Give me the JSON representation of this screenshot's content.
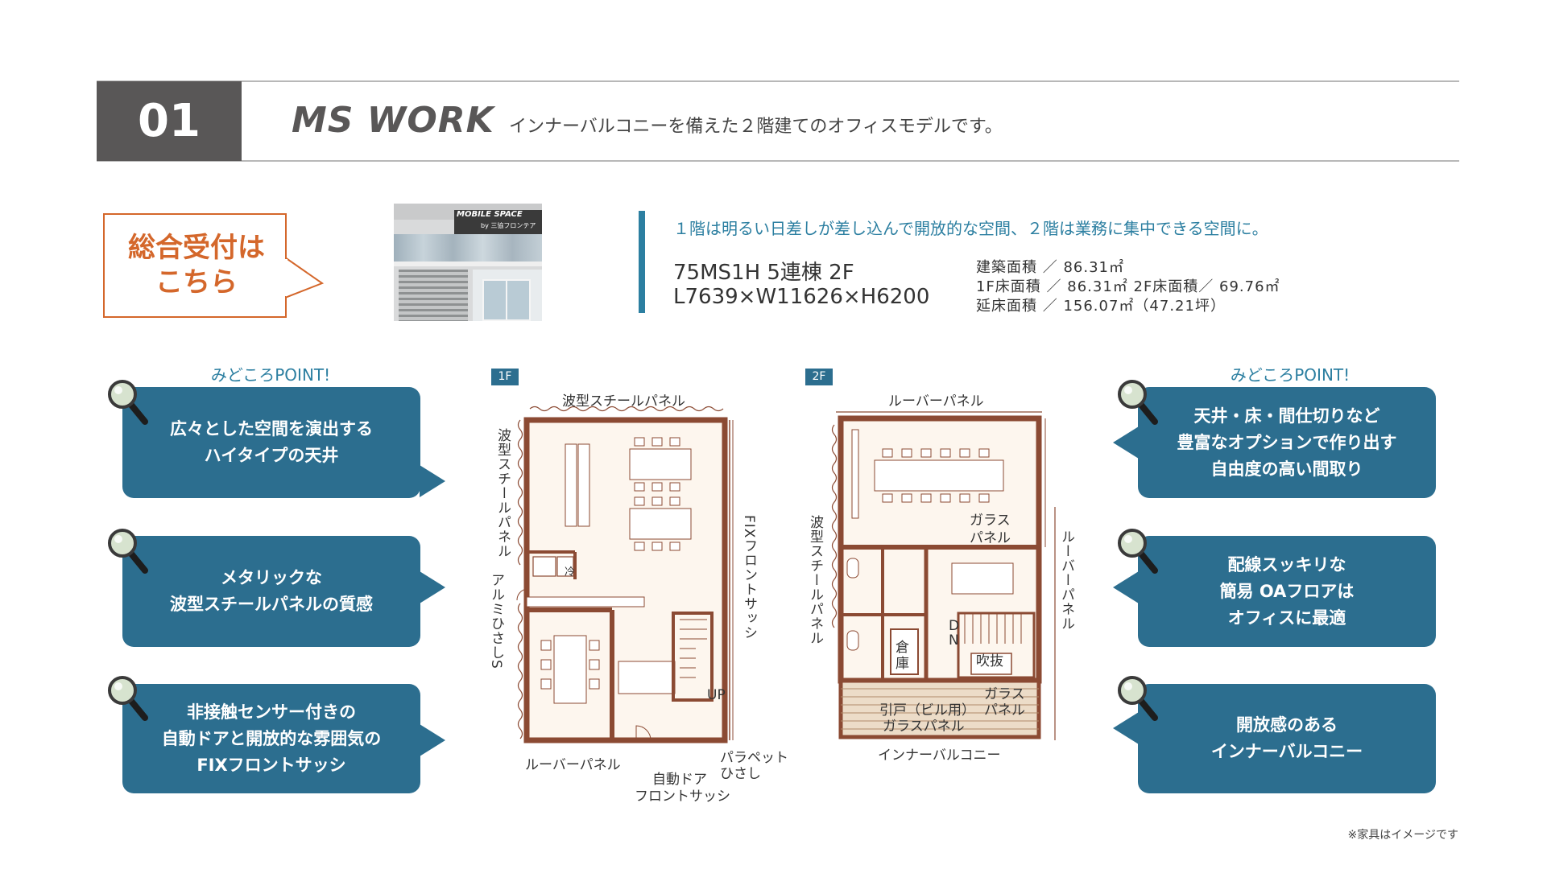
{
  "header": {
    "number": "01",
    "model": "MS WORK",
    "tagline": "インナーバルコニーを備えた２階建てのオフィスモデルです。"
  },
  "reception": {
    "line1": "総合受付は",
    "line2": "こちら"
  },
  "building_sign": {
    "line1": "MOBILE SPACE",
    "line2": "by 三協フロンテア"
  },
  "info": {
    "lead": "１階は明るい日差しが差し込んで開放的な空間、２階は業務に集中できる空間に。",
    "spec1": "75MS1H 5連棟 2F",
    "spec2": "L7639×W11626×H6200",
    "area1": "建築面積 ／ 86.31㎡",
    "area2": "1F床面積 ／ 86.31㎡  2F床面積／ 69.76㎡",
    "area3": "延床面積 ／ 156.07㎡（47.21坪）"
  },
  "points_left": {
    "heading": "みどころPOINT!",
    "items": [
      {
        "line1": "広々とした空間を演出する",
        "line2": "ハイタイプの天井",
        "line3": ""
      },
      {
        "line1": "メタリックな",
        "line2": "波型スチールパネルの質感",
        "line3": ""
      },
      {
        "line1": "非接触センサー付きの",
        "line2": "自動ドアと開放的な雰囲気の",
        "line3": "FIXフロントサッシ"
      }
    ]
  },
  "points_right": {
    "heading": "みどころPOINT!",
    "items": [
      {
        "line1": "天井・床・間仕切りなど",
        "line2": "豊富なオプションで作り出す",
        "line3": "自由度の高い間取り"
      },
      {
        "line1": "配線スッキリな",
        "line2": "簡易 OAフロアは",
        "line3": "オフィスに最適"
      },
      {
        "line1": "開放感のある",
        "line2": "インナーバルコニー",
        "line3": ""
      }
    ]
  },
  "plan1f": {
    "tag": "1F",
    "top": "波型スチールパネル",
    "left": "波型スチールパネル",
    "left2": "アルミひさしS",
    "right": "FIXフロントサッシ",
    "bottom_left": "ルーバーパネル",
    "door1": "自動ドア",
    "door2": "フロントサッシ",
    "para1": "パラペット",
    "para2": "ひさし",
    "cold": "冷",
    "up": "UP"
  },
  "plan2f": {
    "tag": "2F",
    "top": "ルーバーパネル",
    "left": "波型スチールパネル",
    "right": "ルーバーパネル",
    "glass1": "ガラス",
    "glass2": "パネル",
    "store1": "倉",
    "store2": "庫",
    "dn1": "D",
    "dn2": "N",
    "void": "吹抜",
    "sliding1": "引戸（ビル用）",
    "sliding2": "ガラスパネル",
    "glass3": "ガラス",
    "glass4": "パネル",
    "bottom": "インナーバルコニー"
  },
  "note": "※家具はイメージです",
  "colors": {
    "accent_blue": "#2c6e8f",
    "lead_blue": "#2c7fa1",
    "orange": "#d4672b",
    "wall": "#8b4a33",
    "dark_gray": "#595757"
  }
}
